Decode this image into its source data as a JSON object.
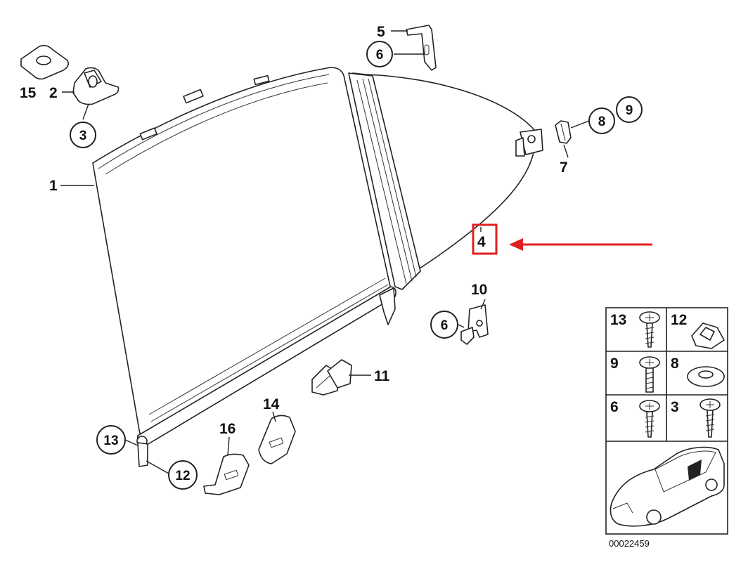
{
  "diagram": {
    "labels": {
      "p1": "1",
      "p2": "2",
      "p3": "3",
      "p4": "4",
      "p5": "5",
      "p6a": "6",
      "p6b": "6",
      "p7": "7",
      "p8": "8",
      "p9": "9",
      "p10": "10",
      "p11": "11",
      "p12": "12",
      "p13": "13",
      "p14": "14",
      "p15": "15",
      "p16": "16"
    },
    "highlight": {
      "part": "4",
      "color": "#e02020"
    },
    "hardware_table": {
      "cells": [
        "13",
        "12",
        "9",
        "8",
        "6",
        "3"
      ]
    },
    "drawing_code": "00022459"
  }
}
